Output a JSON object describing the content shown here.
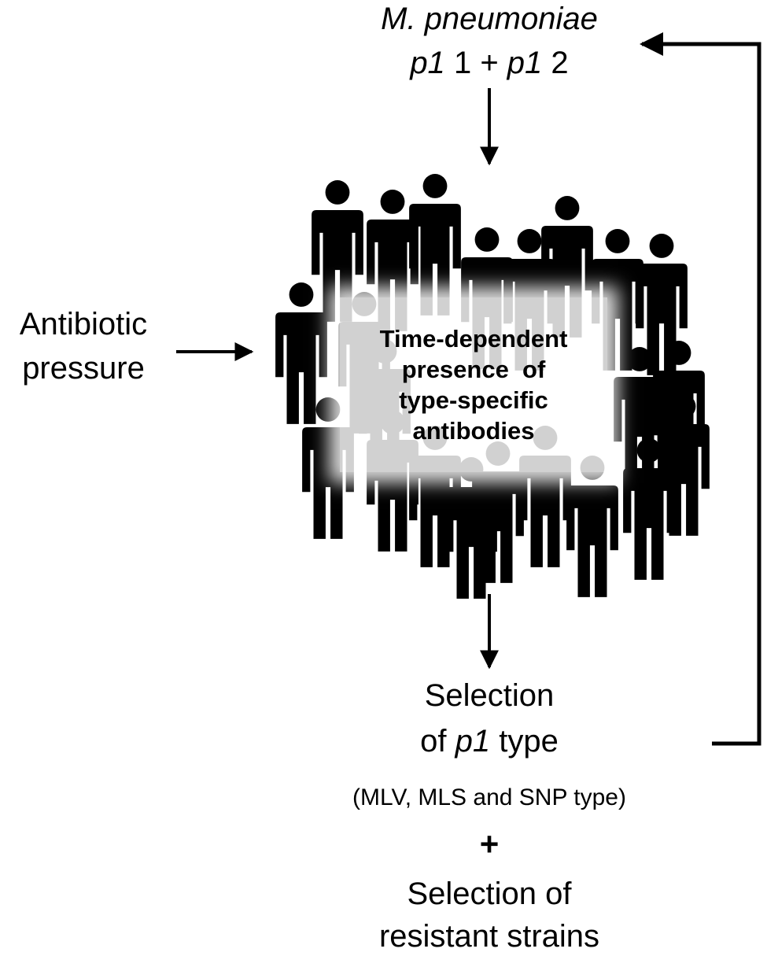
{
  "pathogen": {
    "name": "M. pneumoniae",
    "type_line": {
      "gene_a": "p1",
      "num_a": "1",
      "plus": "+",
      "gene_b": "p1",
      "num_b": "2"
    }
  },
  "antibiotic": {
    "line1": "Antibiotic",
    "line2": "pressure"
  },
  "population": {
    "icon": "person-icon",
    "count": 22,
    "label_lines": [
      "Time-dependent",
      "presence  of",
      "type-specific",
      "antibodies"
    ]
  },
  "selection_type": {
    "line1": "Selection",
    "line2_prefix": "of",
    "line2_gene": "p1",
    "line2_suffix": "type",
    "detail": "(MLV, MLS and SNP type)"
  },
  "plus_sign": "+",
  "selection_resistant": {
    "line1": "Selection of",
    "line2": "resistant strains"
  },
  "colors": {
    "ink": "#000000",
    "background": "#ffffff"
  }
}
